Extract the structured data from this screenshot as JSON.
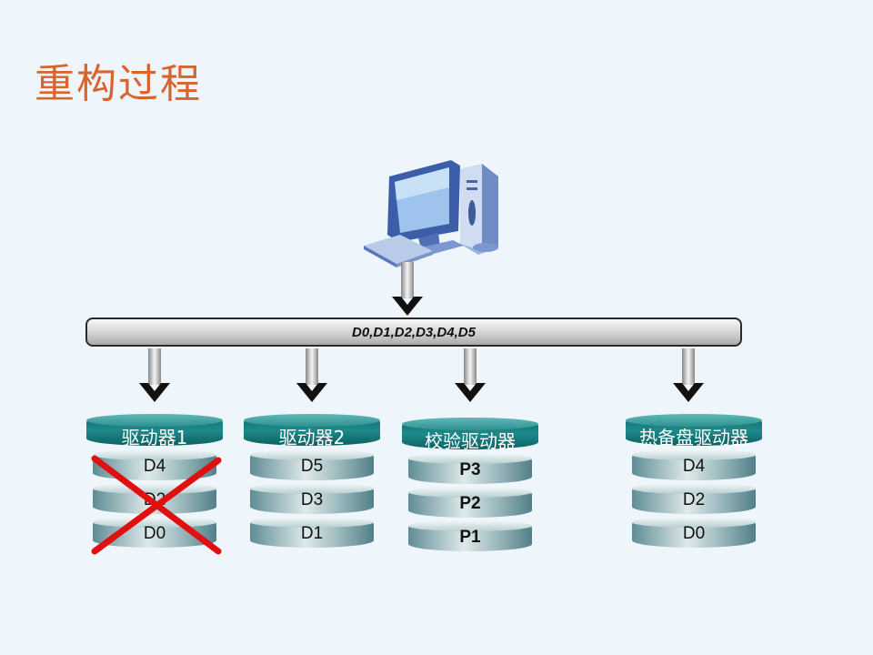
{
  "title": "重构过程",
  "bus_label": "D0,D1,D2,D3,D4,D5",
  "drives": [
    {
      "label": "驱动器1",
      "disks": [
        "D4",
        "D2",
        "D0"
      ],
      "bold": false,
      "failed": true
    },
    {
      "label": "驱动器2",
      "disks": [
        "D5",
        "D3",
        "D1"
      ],
      "bold": false,
      "failed": false
    },
    {
      "label": "校验驱动器",
      "disks": [
        "P3",
        "P2",
        "P1"
      ],
      "bold": true,
      "failed": false
    },
    {
      "label": "热备盘驱动器",
      "disks": [
        "D4",
        "D2",
        "D0"
      ],
      "bold": false,
      "failed": false
    }
  ],
  "colors": {
    "title": "#d9642d",
    "cross": "#e01010",
    "cap": "#1e8a8b",
    "background": "#eef6fc"
  },
  "icons": {
    "computer": "desktop-computer-icon",
    "failure": "red-x-cross-icon"
  }
}
